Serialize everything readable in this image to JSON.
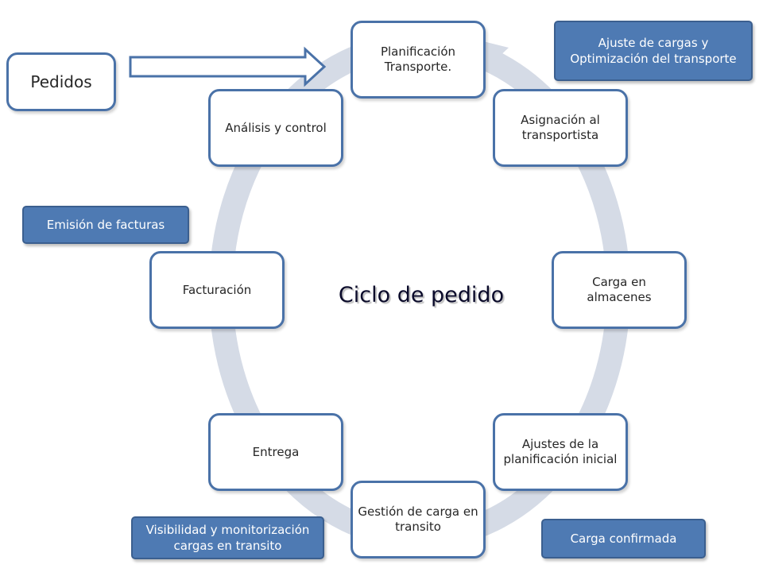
{
  "diagram": {
    "center_title": "Ciclo de pedido",
    "input_node": "Pedidos",
    "cycle_nodes": {
      "planificacion": "Planificación\nTransporte.",
      "asignacion": "Asignación al\ntransportista",
      "carga_almacenes": "Carga en\nalmacenes",
      "ajustes_planificacion": "Ajustes de la\nplanificación inicial",
      "gestion_carga": "Gestión de carga en\ntransito",
      "entrega": "Entrega",
      "facturacion": "Facturación",
      "analisis": "Análisis y control"
    },
    "notes": {
      "ajuste_cargas": "Ajuste de cargas y\nOptimización del transporte",
      "emision_facturas": "Emisión de facturas",
      "visibilidad": "Visibilidad y monitorización\ncargas en transito",
      "carga_confirmada": "Carga confirmada"
    },
    "colors": {
      "ring": "#d5dbe6",
      "node_border": "#4a72a8",
      "note_fill": "#4e7ab3",
      "arrow": "#4a72a8"
    }
  }
}
